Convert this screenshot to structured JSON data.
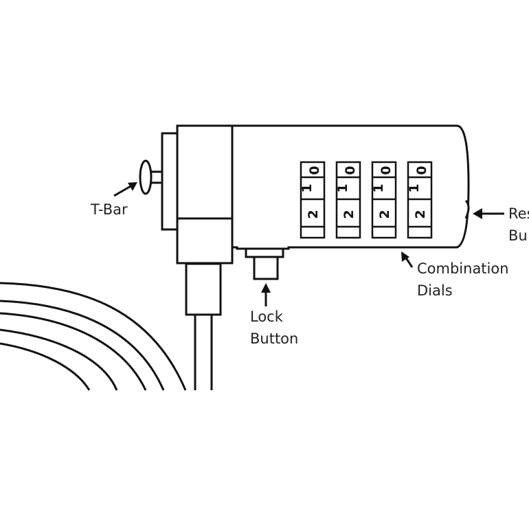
{
  "labels": {
    "tbar": "T-Bar",
    "reset_line1": "Res",
    "reset_line2": "Bu",
    "combination_line1": "Combination",
    "combination_line2": "Dials",
    "lock_line1": "Lock",
    "lock_line2": "Button"
  },
  "dials": [
    {
      "top": "0",
      "middle": "1",
      "bottom": "2"
    },
    {
      "top": "0",
      "middle": "1",
      "bottom": "2"
    },
    {
      "top": "0",
      "middle": "1",
      "bottom": "2"
    },
    {
      "top": "0",
      "middle": "1",
      "bottom": "2"
    }
  ],
  "colors": {
    "line": "#111111",
    "text": "#222222",
    "background": "#ffffff"
  }
}
